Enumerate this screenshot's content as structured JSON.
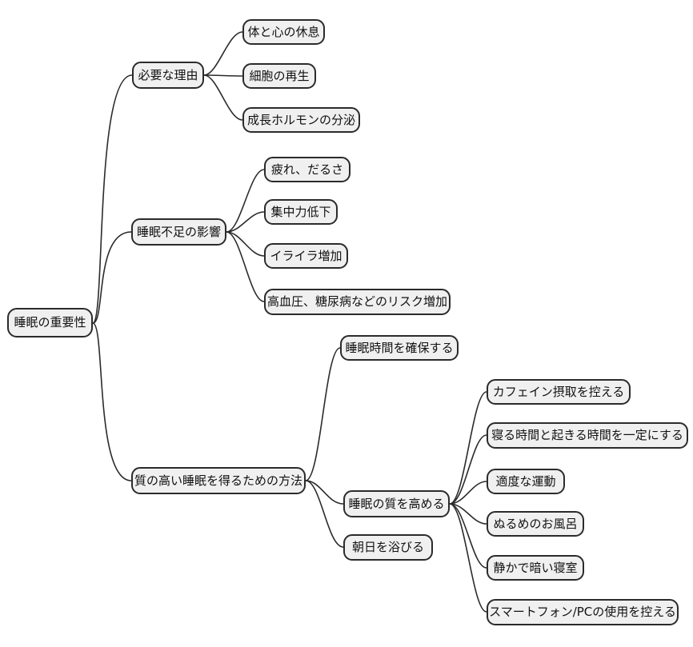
{
  "colors": {
    "background": "#ffffff",
    "node_fill": "#f0f0f0",
    "node_border": "#2b2b2b",
    "edge": "#2b2b2b",
    "text": "#111111"
  },
  "mindmap": {
    "root": {
      "label": "睡眠の重要性"
    },
    "branches": [
      {
        "label": "必要な理由",
        "children": [
          {
            "label": "体と心の休息"
          },
          {
            "label": "細胞の再生"
          },
          {
            "label": "成長ホルモンの分泌"
          }
        ]
      },
      {
        "label": "睡眠不足の影響",
        "children": [
          {
            "label": "疲れ、だるさ"
          },
          {
            "label": "集中力低下"
          },
          {
            "label": "イライラ増加"
          },
          {
            "label": "高血圧、糖尿病などのリスク増加"
          }
        ]
      },
      {
        "label": "質の高い睡眠を得るための方法",
        "children": [
          {
            "label": "睡眠時間を確保する"
          },
          {
            "label": "睡眠の質を高める",
            "children": [
              {
                "label": "カフェイン摂取を控える"
              },
              {
                "label": "寝る時間と起きる時間を一定にする"
              },
              {
                "label": "適度な運動"
              },
              {
                "label": "ぬるめのお風呂"
              },
              {
                "label": "静かで暗い寝室"
              },
              {
                "label": "スマートフォン/PCの使用を控える"
              }
            ]
          },
          {
            "label": "朝日を浴びる"
          }
        ]
      }
    ]
  }
}
